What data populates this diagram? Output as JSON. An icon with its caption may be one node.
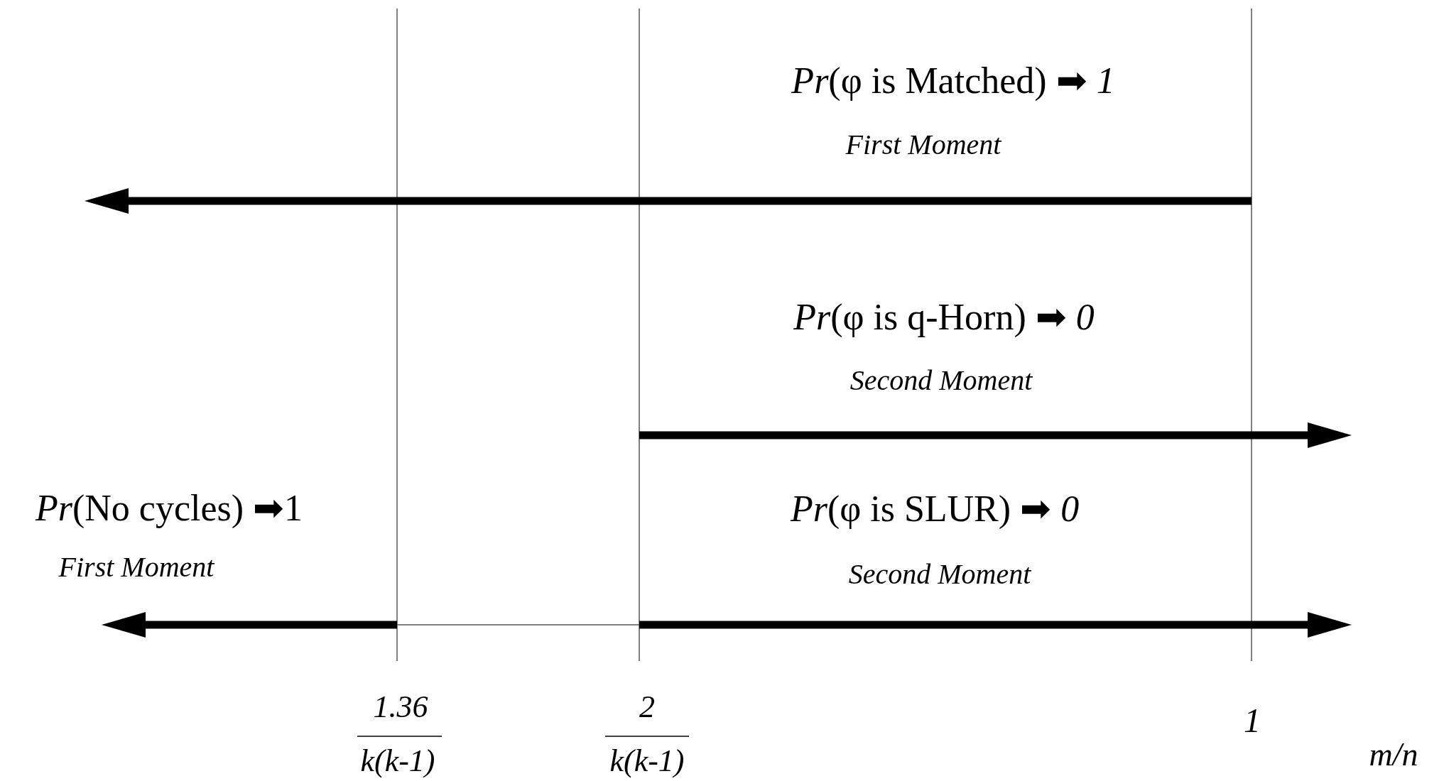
{
  "diagram": {
    "labels": [
      "*Pr*(φ is Matched) ➡ *1*",
      "First Moment",
      "*Pr*(φ is q-Horn) ➡ *0*",
      "Second Moment",
      "*Pr*(No cycles) ➡1",
      "*Pr*(φ is SLUR) ➡ *0*",
      "First Moment",
      "Second Moment",
      "1.36",
      "k(k-1)",
      "2",
      "k(k-1)",
      "1",
      "m/n"
    ]
  }
}
